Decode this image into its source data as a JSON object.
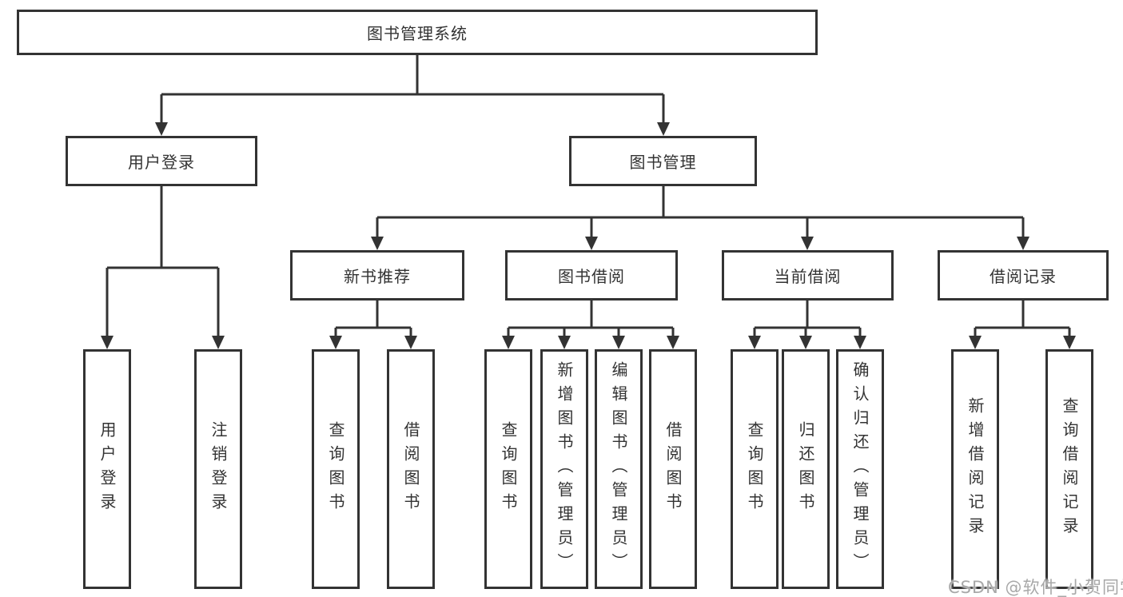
{
  "diagram": {
    "nodes": {
      "root": "图书管理系统",
      "user_login": "用户登录",
      "book_mgmt": "图书管理",
      "new_book_rec": "新书推荐",
      "book_borrow": "图书借阅",
      "current_borrow": "当前借阅",
      "borrow_records": "借阅记录",
      "leaf_login": "用户登录",
      "leaf_logout": "注销登录",
      "nbr_query_books": "查询图书",
      "nbr_borrow_books": "借阅图书",
      "bb_query_books": "查询图书",
      "bb_add_books": "新增图书（管理员）",
      "bb_edit_books": "编辑图书（管理员）",
      "bb_borrow_books": "借阅图书",
      "cb_query_books": "查询图书",
      "cb_return_books": "归还图书",
      "cb_confirm_return": "确认归还（管理员）",
      "br_add_record": "新增借阅记录",
      "br_query_record": "查询借阅记录"
    },
    "colors": {
      "line": "#333333",
      "text": "#333333",
      "box_background": "#ffffff",
      "watermark": "#a8a8a8",
      "background": "#ffffff"
    }
  },
  "watermark": "CSDN @软件_小贺同学"
}
